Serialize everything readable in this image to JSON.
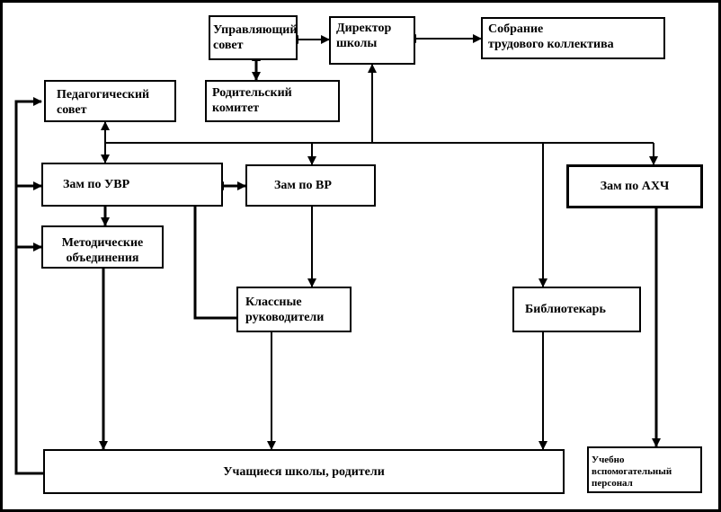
{
  "nodes": {
    "director": "Директор\nшколы",
    "governing_council": "Управляющий\nсовет",
    "labor_assembly": "Собрание\nтрудового   коллектива",
    "parent_committee": "Родительский\nкомитет",
    "pedagogical_council": "Педагогический\nсовет",
    "deputy_uvr": "Зам по УВР",
    "deputy_vr": "Зам по ВР",
    "deputy_ahch": "Зам по АХЧ",
    "methodical_associations": "Методические\nобъединения",
    "class_teachers": "Классные\nруководители",
    "librarian": "Библиотекарь",
    "students_parents": "Учащиеся школы, родители",
    "support_staff": "Учебно\nвспомогательный\nперсонал"
  }
}
